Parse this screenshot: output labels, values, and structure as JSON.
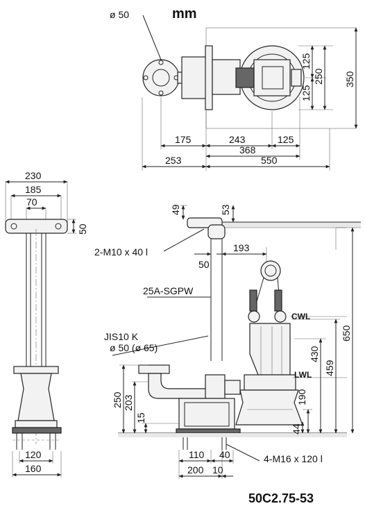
{
  "unit": "mm",
  "model": "50C2.75-53",
  "plan_view": {
    "outlet_dia": "ø 50",
    "dims": {
      "d175": "175",
      "d243": "243",
      "d125_h": "125",
      "d368": "368",
      "d253": "253",
      "d550": "550",
      "d125_v1": "125",
      "d125_v2": "125",
      "d250": "250",
      "d350": "350"
    }
  },
  "side_view": {
    "dims": {
      "d230": "230",
      "d185": "185",
      "d70": "70",
      "d50": "50",
      "d120": "120",
      "d160": "160"
    }
  },
  "front_view": {
    "dims": {
      "d49": "49",
      "d53": "53",
      "d193": "193",
      "d50": "50",
      "d430": "430",
      "d459": "459",
      "d650": "650",
      "d190": "190",
      "d44": "44",
      "d250": "250",
      "d203": "203",
      "d15": "15",
      "d110": "110",
      "d40": "40",
      "d200": "200",
      "d10": "10"
    },
    "labels": {
      "bolt_top": "2-M10 x 40 l",
      "guide_pipe": "25A-SGPW",
      "flange_std": "JIS10 K",
      "flange_dia": "ø 50 (ø 65)",
      "bolt_base": "4-M16 x 120 l",
      "cwl": "CWL",
      "lwl": "LWL"
    }
  }
}
